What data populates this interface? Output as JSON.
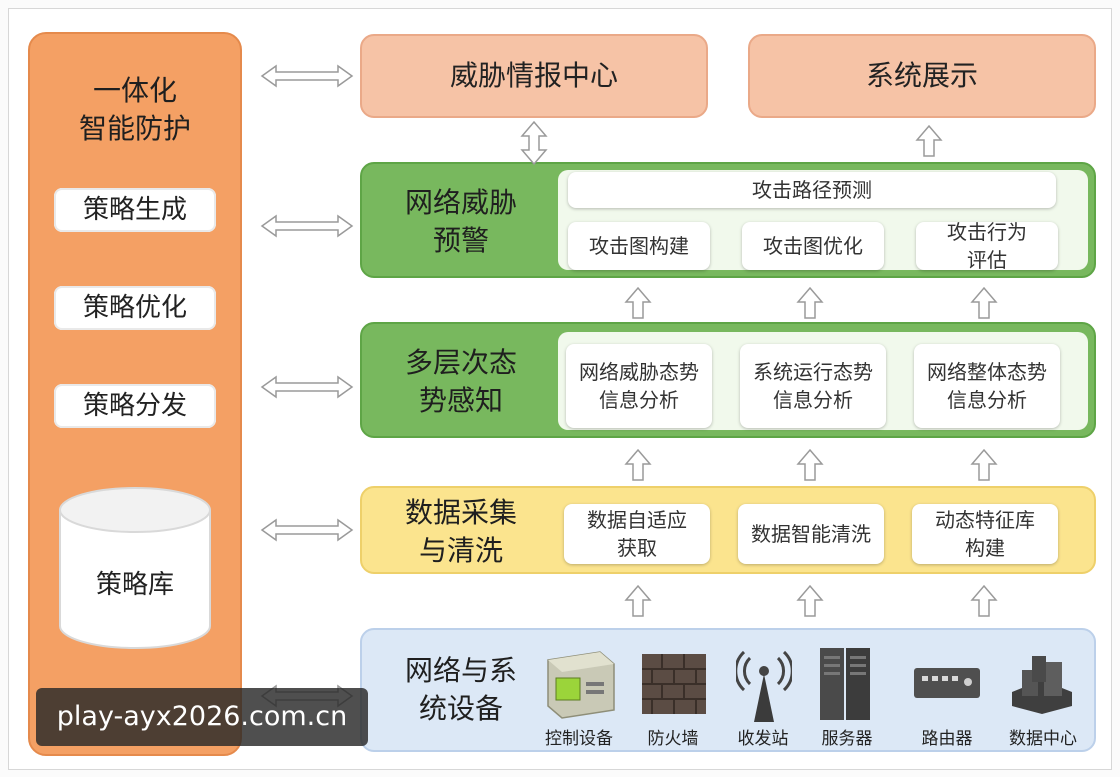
{
  "left": {
    "title_line1": "一体化",
    "title_line2": "智能防护",
    "items": [
      "策略生成",
      "策略优化",
      "策略分发"
    ],
    "db_label": "策略库"
  },
  "top": {
    "intel_center": "威胁情报中心",
    "system_display": "系统展示"
  },
  "warning": {
    "label_line1": "网络威胁",
    "label_line2": "预警",
    "path_predict": "攻击路径预测",
    "chips": [
      {
        "l1": "攻击图构建",
        "l2": ""
      },
      {
        "l1": "攻击图优化",
        "l2": ""
      },
      {
        "l1": "攻击行为",
        "l2": "评估"
      }
    ]
  },
  "awareness": {
    "label_line1": "多层次态",
    "label_line2": "势感知",
    "chips": [
      {
        "l1": "网络威胁态势",
        "l2": "信息分析"
      },
      {
        "l1": "系统运行态势",
        "l2": "信息分析"
      },
      {
        "l1": "网络整体态势",
        "l2": "信息分析"
      }
    ]
  },
  "collection": {
    "label_line1": "数据采集",
    "label_line2": "与清洗",
    "chips": [
      {
        "l1": "数据自适应",
        "l2": "获取"
      },
      {
        "l1": "数据智能清洗",
        "l2": ""
      },
      {
        "l1": "动态特征库",
        "l2": "构建"
      }
    ]
  },
  "devices": {
    "label_line1": "网络与系",
    "label_line2": "统设备",
    "items": [
      {
        "label": "控制设备",
        "icon": "control-device-icon"
      },
      {
        "label": "防火墙",
        "icon": "firewall-icon"
      },
      {
        "label": "收发站",
        "icon": "transceiver-station-icon"
      },
      {
        "label": "服务器",
        "icon": "server-icon"
      },
      {
        "label": "路由器",
        "icon": "router-icon"
      },
      {
        "label": "数据中心",
        "icon": "data-center-icon"
      }
    ]
  },
  "watermark": "play-ayx2026.com.cn",
  "colors": {
    "left_fill": "#f4a064",
    "peach_fill": "#f6c3a6",
    "green_fill": "#78b85e",
    "yellow_fill": "#fbe48e",
    "blue_fill": "#dce8f6"
  }
}
